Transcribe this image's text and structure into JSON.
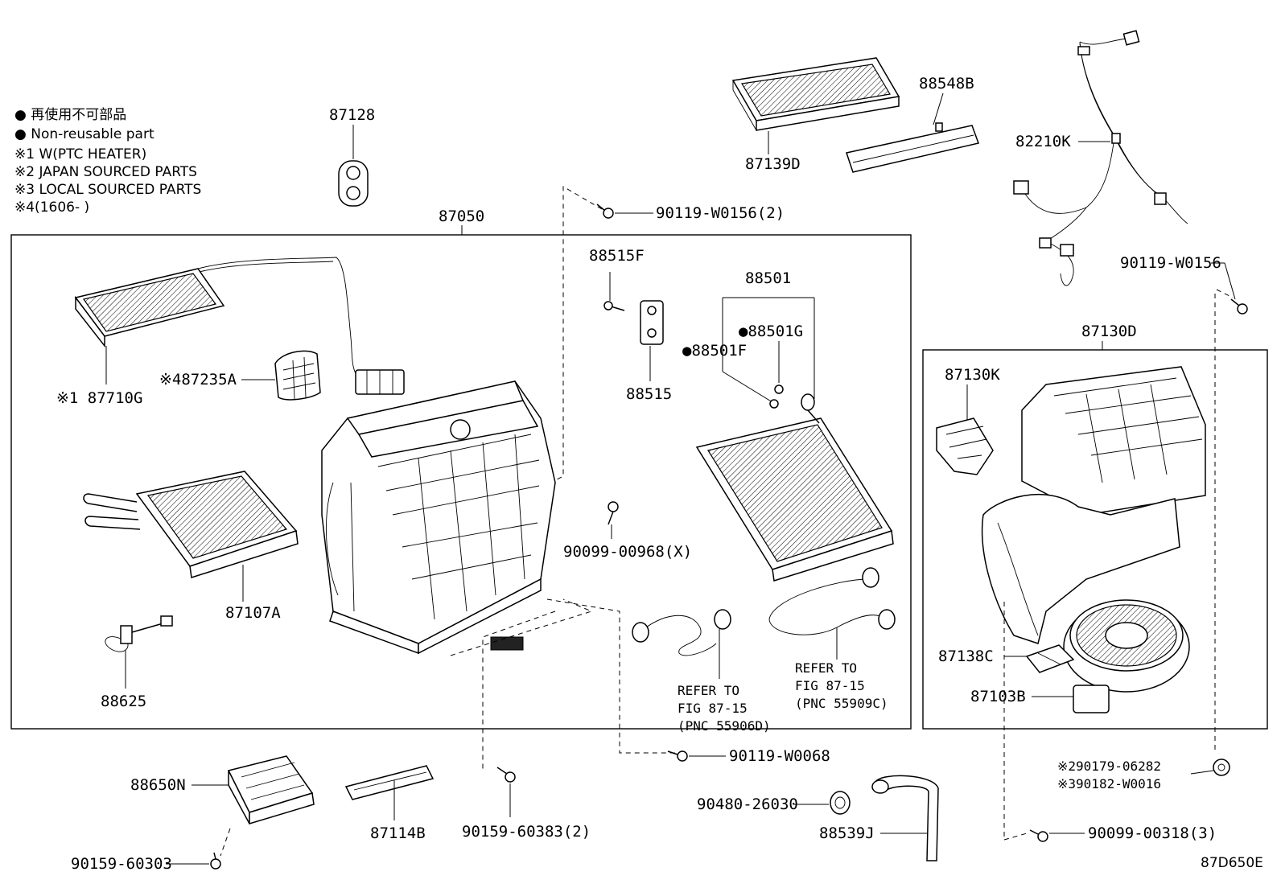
{
  "legend": {
    "jp": "● 再使用不可部品",
    "en": "● Non-reusable part",
    "note1": "※1 W(PTC HEATER)",
    "note2": "※2 JAPAN SOURCED PARTS",
    "note3": "※3 LOCAL SOURCED PARTS",
    "note4": "※4(1606-    )"
  },
  "labels": {
    "p87128": "87128",
    "p87050": "87050",
    "p87139D": "87139D",
    "p88548B": "88548B",
    "p82210K": "82210K",
    "p90119W0156_2": "90119-W0156(2)",
    "p90119W0156": "90119-W0156",
    "p88515F": "88515F",
    "p88515": "88515",
    "p88501": "88501",
    "p88501G": "●88501G",
    "p88501F": "●88501F",
    "p87130D": "87130D",
    "p87130K": "87130K",
    "p87710G": "※1 87710G",
    "p87235A": "※487235A",
    "p87107A": "87107A",
    "p88625": "88625",
    "p9009900968": "90099-00968(X)",
    "p87138C": "87138C",
    "p87103B": "87103B",
    "refer1a": "REFER TO",
    "refer1b": "FIG 87-15",
    "refer1c": "(PNC 55906D)",
    "refer2a": "REFER TO",
    "refer2b": "FIG 87-15",
    "refer2c": "(PNC 55909C)",
    "p90119W0068": "90119-W0068",
    "p88650N": "88650N",
    "p87114B": "87114B",
    "p9015960383": "90159-60383(2)",
    "p9015960303": "90159-60303",
    "p9048026030": "90480-26030",
    "p88539J": "88539J",
    "p9017906282": "※290179-06282",
    "p90182W0016": "※390182-W0016",
    "p9009900318": "90099-00318(3)",
    "figcode": "87D650E"
  }
}
